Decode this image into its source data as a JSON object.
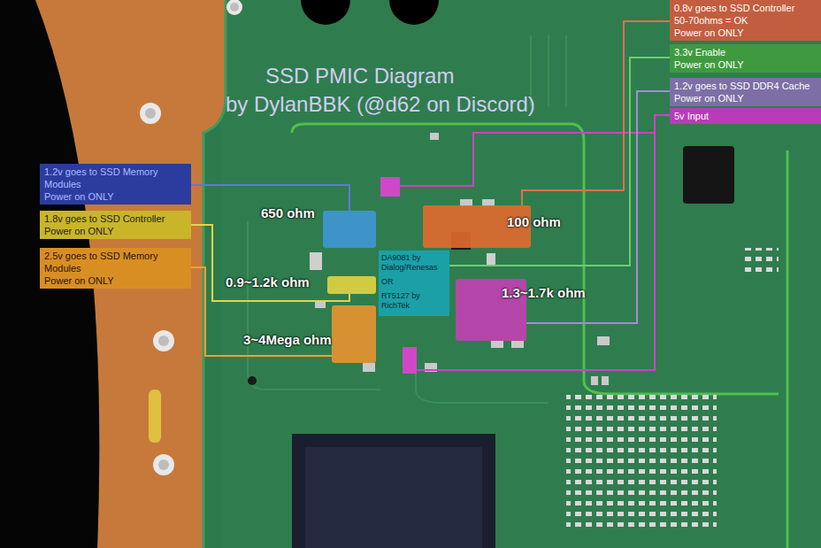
{
  "diagram": {
    "title": "SSD PMIC Diagram by DylanBBK (@d62 on Discord)",
    "nodes": [
      {
        "text": [
          "0.8v goes to SSD Controller",
          "50-70ohms = OK",
          "Power on ONLY"
        ]
      },
      {
        "text": [
          "3.3v Enable",
          "Power on ONLY"
        ]
      },
      {
        "text": [
          "1.2v goes to SSD DDR4 Cache",
          "Power on ONLY"
        ]
      },
      {
        "text": [
          "5v Input"
        ]
      },
      {
        "text": [
          "1.2v goes to SSD Memory Modules",
          "Power on ONLY"
        ]
      },
      {
        "text": [
          "1.8v goes to SSD Controller",
          "Power on ONLY"
        ]
      },
      {
        "text": [
          "2.5v goes to SSD Memory Modules",
          "Power on ONLY"
        ]
      },
      {
        "text": [
          "DA9081 by Dialog/Renesas",
          "OR",
          "RT5127 by RichTek"
        ]
      },
      {
        "text": [
          "650 ohm"
        ]
      },
      {
        "text": [
          "100 ohm"
        ]
      },
      {
        "text": [
          "1.3~1.7k ohm"
        ]
      },
      {
        "text": [
          "0.9~1.2k ohm"
        ]
      },
      {
        "text": [
          "3~4Mega ohm"
        ]
      }
    ],
    "edges": [
      {
        "from": 0,
        "to": 9,
        "arrow": "none"
      },
      {
        "from": 1,
        "to": 7,
        "arrow": "none"
      },
      {
        "from": 2,
        "to": 10,
        "arrow": "none"
      },
      {
        "from": 4,
        "to": 8,
        "arrow": "none"
      },
      {
        "from": 5,
        "to": 11,
        "arrow": "none"
      },
      {
        "from": 6,
        "to": 12,
        "arrow": "none"
      }
    ]
  }
}
